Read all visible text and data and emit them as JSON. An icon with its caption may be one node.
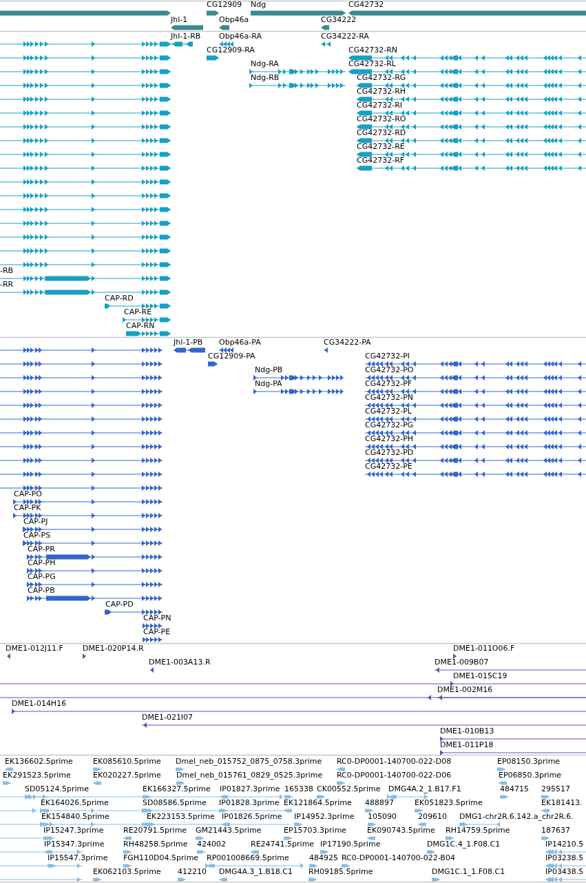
{
  "diagram": {
    "labels": [
      "CG12909",
      "Ndg",
      "CG42732",
      "Jhl-1",
      "Obp46a",
      "CG34222",
      "Jhl-1-RB",
      "Obp46a-RA",
      "CG34222-RA",
      "CG12909-RA",
      "CG42732-RN",
      "Ndg-RA",
      "CG42732-RL",
      "Ndg-RB",
      "CG42732-RG",
      "CG42732-RH",
      "CG42732-RI",
      "CG42732-RO",
      "CG42732-RD",
      "CG42732-RE",
      "CG42732-RF",
      "-RB",
      "-RR",
      "CAP-RD",
      "CAP-RE",
      "CAP-RN",
      "Jhl-1-PB",
      "Obp46a-PA",
      "CG34222-PA",
      "CG12909-PA",
      "CG42732-PI",
      "Ndg-PB",
      "CG42732-PO",
      "Ndg-PA",
      "CG42732-PF",
      "CG42732-PN",
      "CG42732-PL",
      "CG42732-PG",
      "CG42732-PH",
      "CG42732-PD",
      "CG42732-PE",
      "CAP-PO",
      "CAP-PK",
      "CAP-PJ",
      "CAP-PS",
      "CAP-PR",
      "CAP-PH",
      "CAP-PG",
      "CAP-PB",
      "CAP-PD",
      "CAP-PN",
      "CAP-PE",
      "DME1-012J11.F",
      "DME1-020P14.R",
      "DME1-011O06.F",
      "DME1-003A13.R",
      "DME1-009B07",
      "DME1-015C19",
      "DME1-002M16",
      "DME1-014H16",
      "DME1-021I07",
      "DME1-010B13",
      "DME1-011P18",
      "EK136602.5prime",
      "EK085610.5prime",
      "Dmel_neb_015752_0875_0758.3prime",
      "RC0-DP0001-140700-022-D08",
      "EP08150.3prime",
      "EK291523.5prime",
      "EK020227.5prime",
      "Dmel_neb_015761_0829_0525.3prime",
      "RC0-DP0001-140700-022-D06",
      "EP06850.3prime",
      "SD05124.5prime",
      "EK166327.5prime",
      "IP01827.3prime",
      "165338",
      "CK00552.5prime",
      "DMG4A.2_1.B17.F1",
      "484715",
      "295517",
      "EK164026.5prime",
      "SD08586.5prime",
      "IP01828.3prime",
      "EK121864.5prime",
      "488897",
      "EK051823.5prime",
      "EK181413.",
      "EK154840.5prime",
      "EK223153.5prime",
      "IP01826.5prime",
      "IP14952.3prime",
      "105090",
      "209610",
      "DMG1-chr2R.6.142.a_chr2R.6.",
      "IP15247.3prime",
      "RE20791.5prime",
      "GM21443.5prime",
      "EP15703.3prime",
      "EK090743.5prime",
      "RH14759.5prime",
      "187637",
      "IP15347.3prime",
      "RH48258.5prime",
      "424002",
      "RE24741.5prime",
      "IP17190.5prime",
      "DMG1C.4_1.F08.C1",
      "IP14210.5",
      "IP15547.3prime",
      "FGH110D04.5prime",
      "RP001008669.5prime",
      "484925",
      "RC0-DP0001-140700-022-B04",
      "IP03238.5",
      "EK062103.5prime",
      "412210",
      "DMG4A.3_1.B18.C1",
      "RH09185.5prime",
      "DMG1C.1_1.F08.C1",
      "IP03438.5"
    ]
  }
}
